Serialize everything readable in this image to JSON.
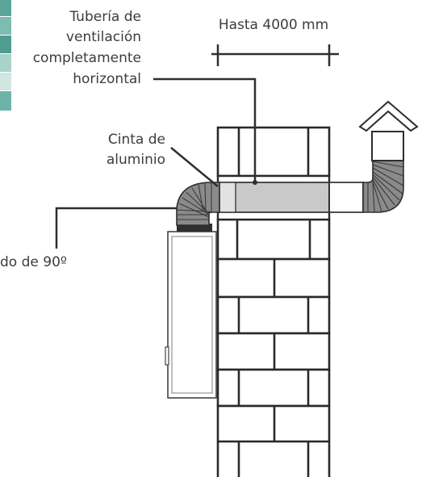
{
  "labels": {
    "pipe": [
      "Tubería de",
      "ventilación",
      "completamente",
      "horizontal"
    ],
    "dimension": "Hasta 4000 mm",
    "tape": [
      "Cinta de",
      "aluminio"
    ],
    "elbow": "do de 90º"
  },
  "colors": {
    "legend_swatches": [
      "#5aa598",
      "#7cbcb1",
      "#4f9d90",
      "#a9d2ca",
      "#cfe6e1",
      "#6fb3a8"
    ],
    "pipe_fill": "#c9c9c9",
    "flex_duct": "#8a8a8a"
  }
}
